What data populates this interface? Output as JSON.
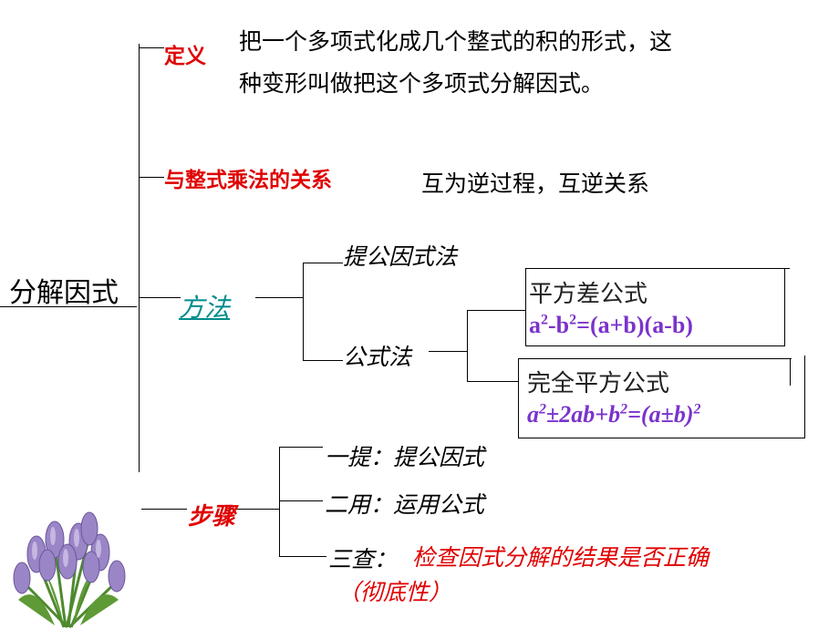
{
  "root": "分解因式",
  "definition": {
    "label": "定义",
    "text_line1": "把一个多项式化成几个整式的积的形式，这",
    "text_line2": "种变形叫做把这个多项式分解因式。"
  },
  "relation": {
    "label": "与整式乘法的关系",
    "text": "互为逆过程，互逆关系"
  },
  "method": {
    "label": "方法",
    "extract": "提公因式法",
    "formula_label": "公式法",
    "diff_squares": {
      "name": "平方差公式",
      "formula_html": "a<sup>2</sup>-b<sup>2</sup>=(a+b)(a-b)"
    },
    "perfect_square": {
      "name": "完全平方公式",
      "formula_html": "a<sup>2</sup>±2ab+b<sup>2</sup>=(a±b)<sup>2</sup>"
    }
  },
  "steps": {
    "label": "步骤",
    "step1": "一提：提公因式",
    "step2": "二用：运用公式",
    "step3_prefix": "三查：",
    "step3_text": "检查因式分解的结果是否正确",
    "step3_note": "（彻底性）"
  }
}
